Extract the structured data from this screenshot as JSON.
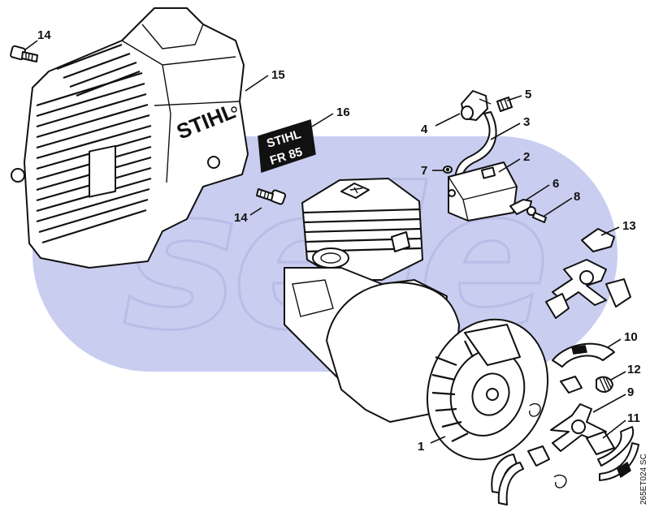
{
  "diagram": {
    "watermark_text": "sele",
    "watermark_color": "#c9cdf0",
    "drawing_code": "265ET024 SC",
    "brand_label": "STIHL",
    "decal_line1": "STIHL",
    "decal_line2": "FR 85"
  },
  "callouts": [
    {
      "id": "c14a",
      "label": "14"
    },
    {
      "id": "c15",
      "label": "15"
    },
    {
      "id": "c16",
      "label": "16"
    },
    {
      "id": "c5",
      "label": "5"
    },
    {
      "id": "c4",
      "label": "4"
    },
    {
      "id": "c3",
      "label": "3"
    },
    {
      "id": "c2",
      "label": "2"
    },
    {
      "id": "c7",
      "label": "7"
    },
    {
      "id": "c6",
      "label": "6"
    },
    {
      "id": "c8",
      "label": "8"
    },
    {
      "id": "c14b",
      "label": "14"
    },
    {
      "id": "c13",
      "label": "13"
    },
    {
      "id": "c10",
      "label": "10"
    },
    {
      "id": "c12",
      "label": "12"
    },
    {
      "id": "c9",
      "label": "9"
    },
    {
      "id": "c11",
      "label": "11"
    },
    {
      "id": "c1",
      "label": "1"
    }
  ]
}
